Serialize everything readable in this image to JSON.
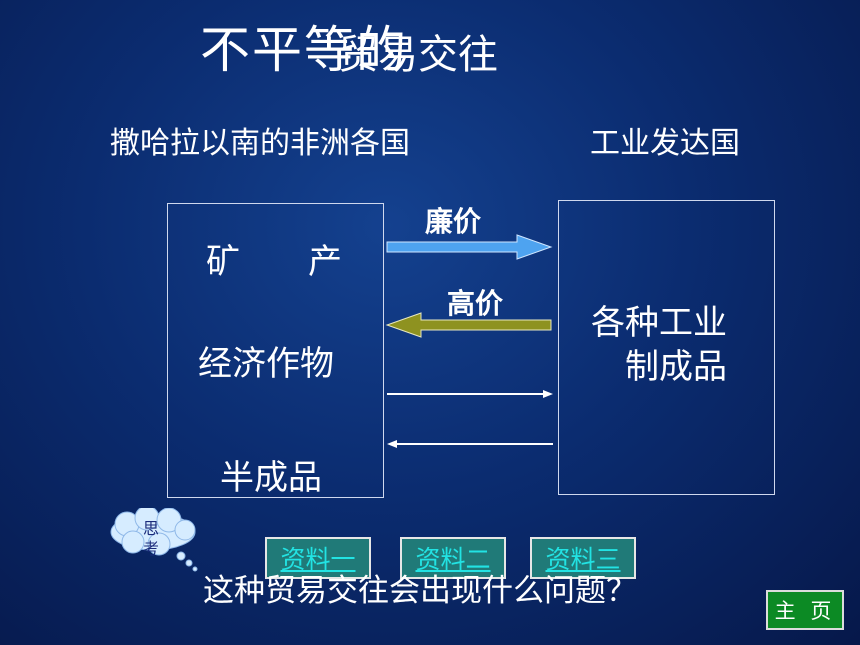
{
  "title": {
    "main": "不平等的",
    "overlay": "贸易交往"
  },
  "regions": {
    "left": "撒哈拉以南的非洲各国",
    "right": "工业发达国"
  },
  "left_box": {
    "item1": "矿　　产",
    "item2": "经济作物",
    "item3": "半成品"
  },
  "right_box": {
    "line1": "各种工业",
    "line2": "制成品"
  },
  "prices": {
    "cheap": "廉价",
    "expensive": "高价"
  },
  "colors": {
    "cheap_arrow": "#4ea3f0",
    "expensive_arrow": "#8e9220",
    "link_bg": "#207a78",
    "home_bg": "#0c8a24"
  },
  "buttons": {
    "material1": "资料一",
    "material2": "资料二",
    "material3": "资料三",
    "home": "主 页"
  },
  "think_bubble": {
    "label": "思考"
  },
  "question": "这种贸易交往会出现什么问题？"
}
